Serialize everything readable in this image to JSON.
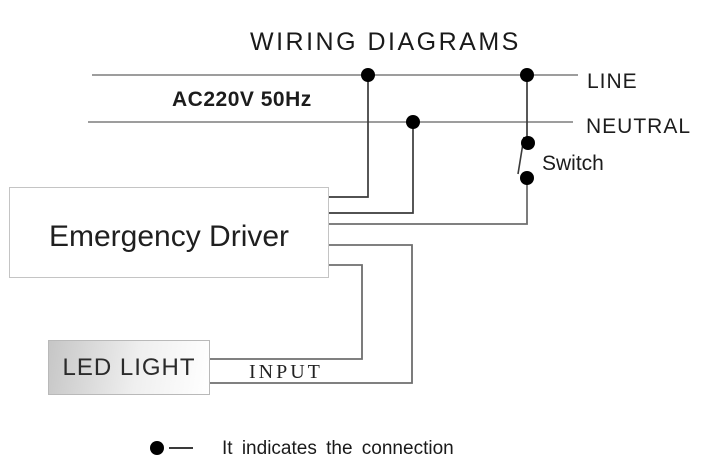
{
  "title": "WIRING DIAGRAMS",
  "labels": {
    "supply": "AC220V 50Hz",
    "line": "LINE",
    "neutral": "NEUTRAL",
    "switch": "Switch",
    "input": "INPUT"
  },
  "boxes": {
    "emergency_driver": "Emergency Driver",
    "led_light": "LED LIGHT"
  },
  "legend": {
    "text": "It indicates the connection"
  },
  "colors": {
    "power_rail": "#7d7d7d",
    "wire_dark": "#3a3a3a",
    "wire_gray": "#6e6e6e",
    "dot": "#000000"
  }
}
